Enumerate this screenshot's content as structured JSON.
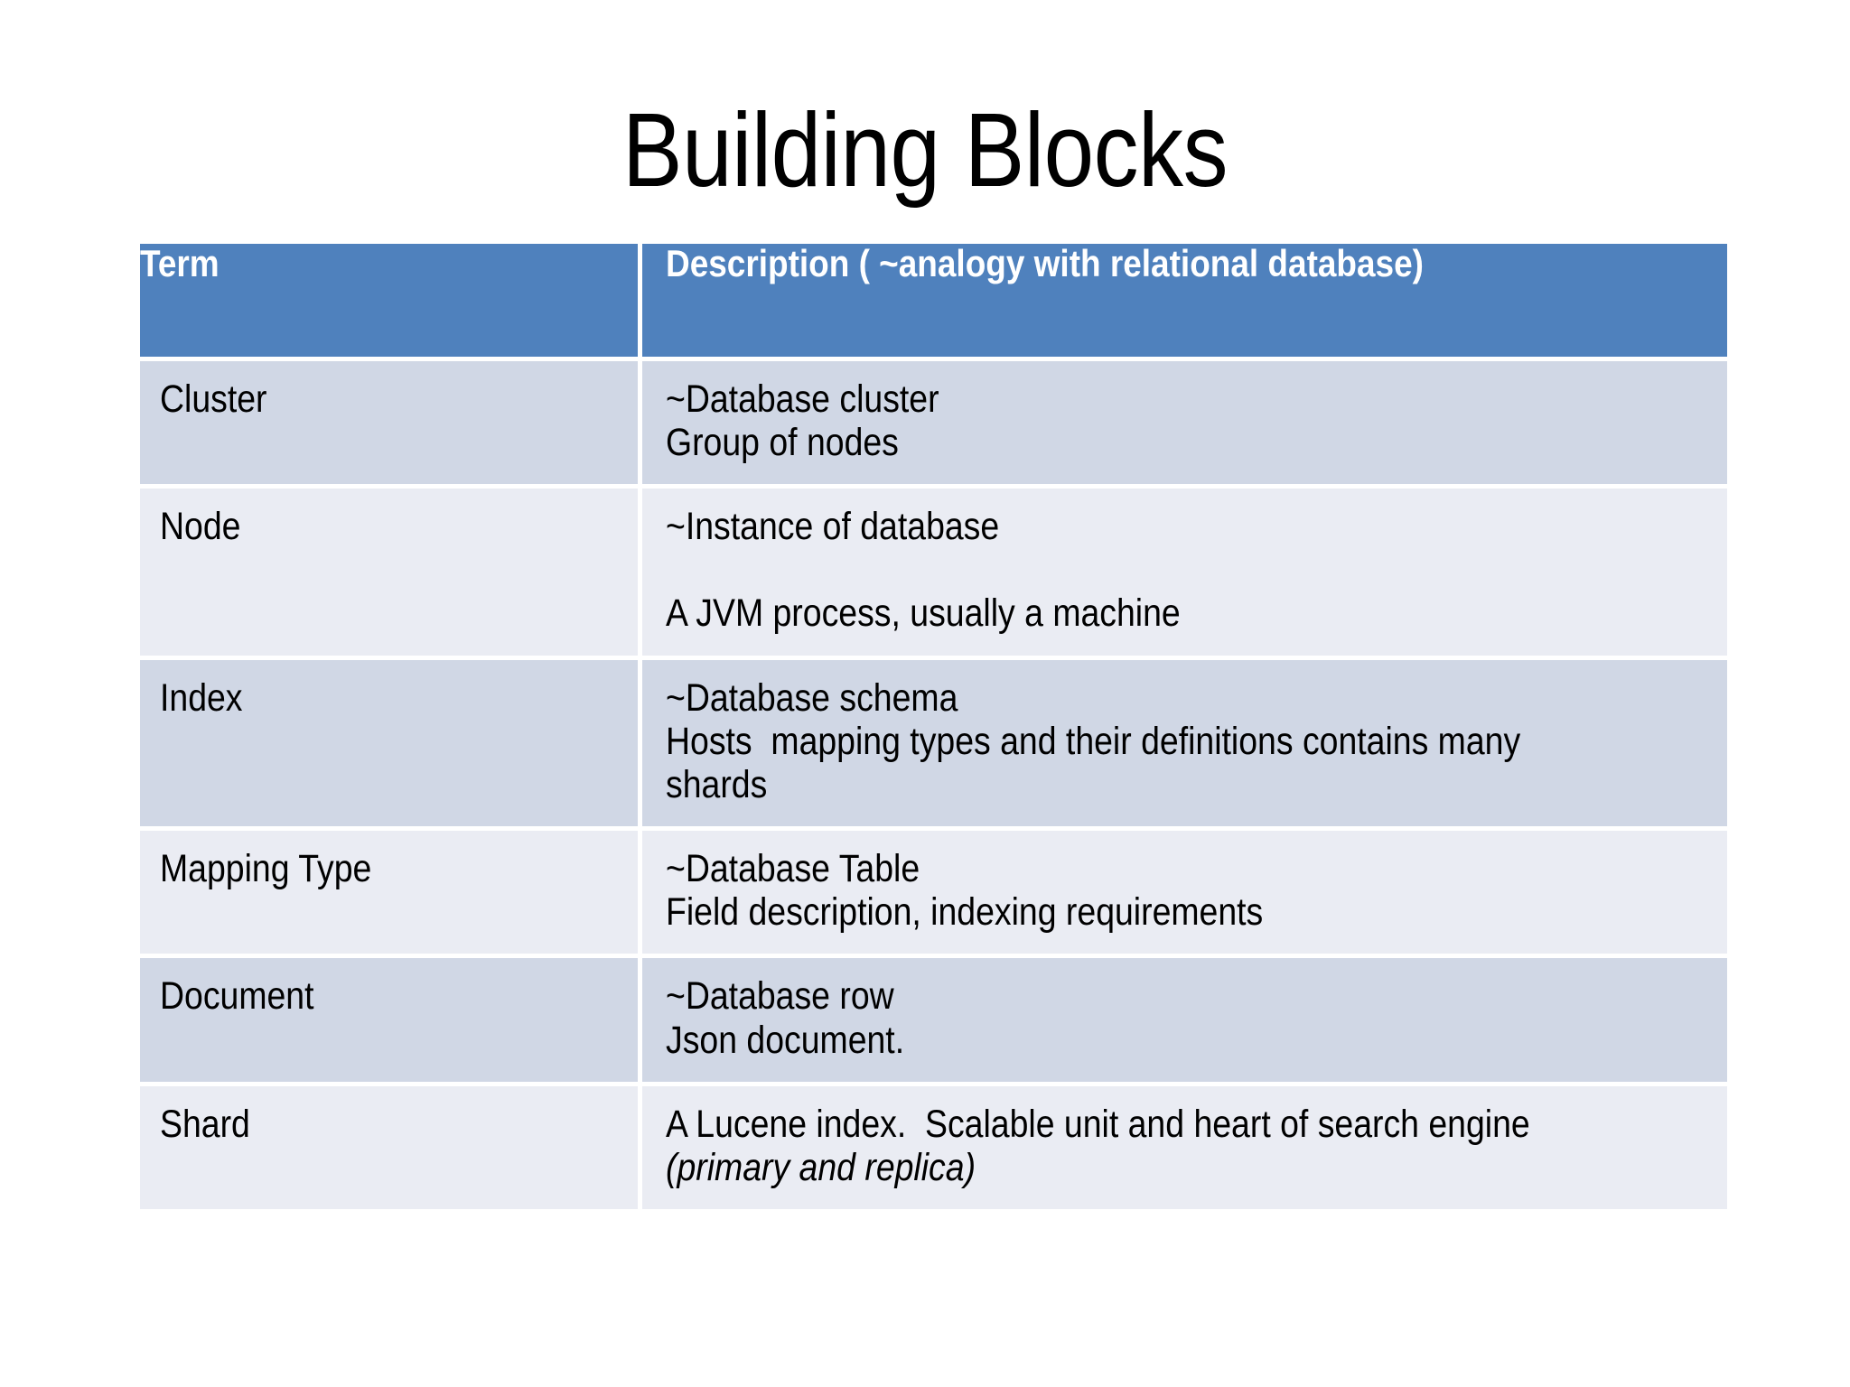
{
  "slide": {
    "title": "Building Blocks",
    "colors": {
      "header_fill": "#4F81BD",
      "header_text": "#FFFFFF",
      "row_band_dark": "#D0D7E5",
      "row_band_light": "#EAECF3",
      "body_text": "#000000",
      "background": "#FFFFFF"
    }
  },
  "table": {
    "columns": [
      {
        "key": "term",
        "header": "Term"
      },
      {
        "key": "description",
        "header": "Description ( ~analogy with relational database)"
      }
    ],
    "rows": [
      {
        "term": "Cluster",
        "lines": [
          {
            "text": "~Database cluster"
          },
          {
            "text": "Group of nodes"
          }
        ]
      },
      {
        "term": "Node",
        "lines": [
          {
            "text": "~Instance of database"
          },
          {
            "text": ""
          },
          {
            "text": "A JVM process, usually a machine"
          }
        ]
      },
      {
        "term": "Index",
        "lines": [
          {
            "text": "~Database schema"
          },
          {
            "text": "Hosts  mapping types and their definitions contains many shards"
          }
        ]
      },
      {
        "term": "Mapping Type",
        "lines": [
          {
            "text": "~Database Table"
          },
          {
            "text": "Field description, indexing requirements"
          }
        ]
      },
      {
        "term": "Document",
        "lines": [
          {
            "text": "~Database row"
          },
          {
            "text": "Json document."
          }
        ]
      },
      {
        "term": "Shard",
        "lines": [
          {
            "text": "A Lucene index.  Scalable unit and heart of search engine "
          },
          {
            "text": "(primary and replica)",
            "italic": true,
            "inline": true
          }
        ]
      }
    ]
  }
}
